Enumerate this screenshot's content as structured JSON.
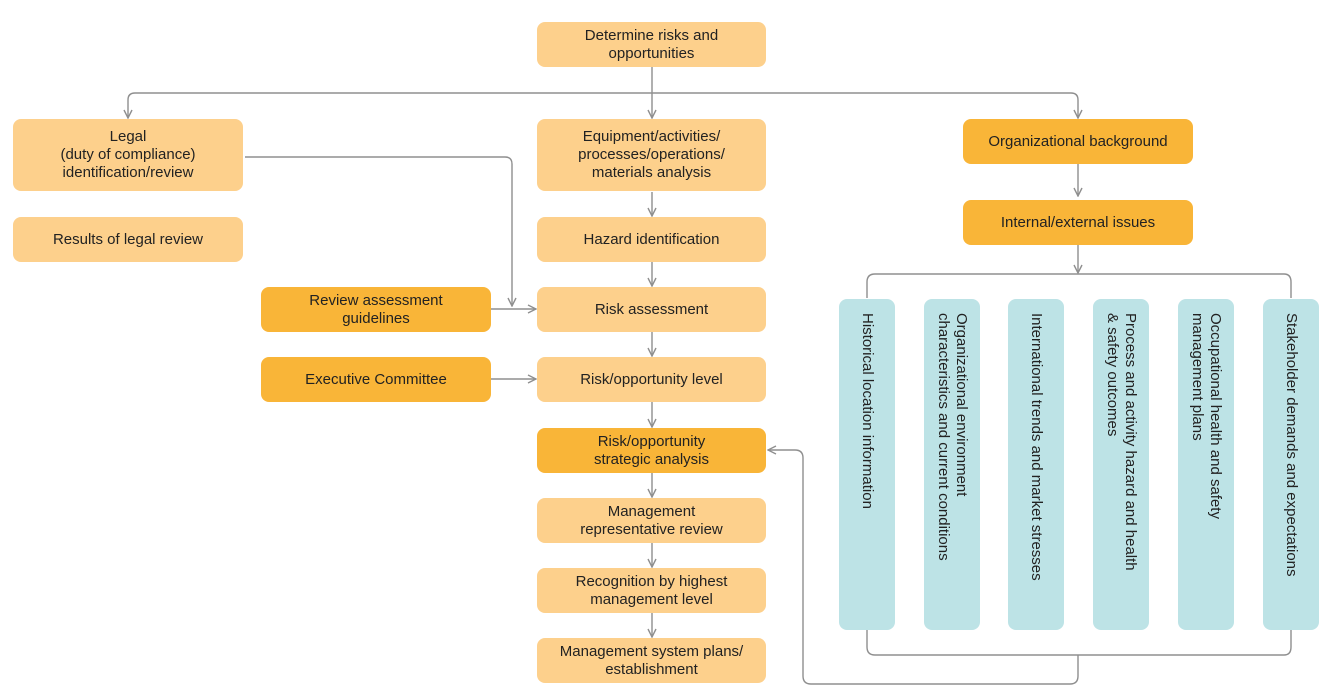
{
  "colors": {
    "box_light": "#fdd08c",
    "box_dark": "#f9b538",
    "box_teal": "#bde3e6",
    "connector": "#8f8f8f"
  },
  "nodes": {
    "determine": "Determine risks and\nopportunities",
    "legal": "Legal\n(duty of compliance)\nidentification/review",
    "legal_results": "Results of legal review",
    "equipment": "Equipment/activities/\nprocesses/operations/\nmaterials analysis",
    "hazard": "Hazard identification",
    "review_guidelines": "Review assessment\nguidelines",
    "risk_assessment": "Risk assessment",
    "executive": "Executive Committee",
    "risk_level": "Risk/opportunity level",
    "strategic": "Risk/opportunity\nstrategic analysis",
    "mgmt_review": "Management\nrepresentative review",
    "recognition": "Recognition by highest\nmanagement level",
    "plans": "Management system plans/\nestablishment",
    "org_background": "Organizational background",
    "issues": "Internal/external issues"
  },
  "factors": [
    "Historical location information",
    "Organizational environment\ncharacteristics and current conditions",
    "International trends and market stresses",
    "Process and activity hazard and health\n& safety outcomes",
    "Occupational health and safety\nmanagement plans",
    "Stakeholder demands and expectations"
  ]
}
